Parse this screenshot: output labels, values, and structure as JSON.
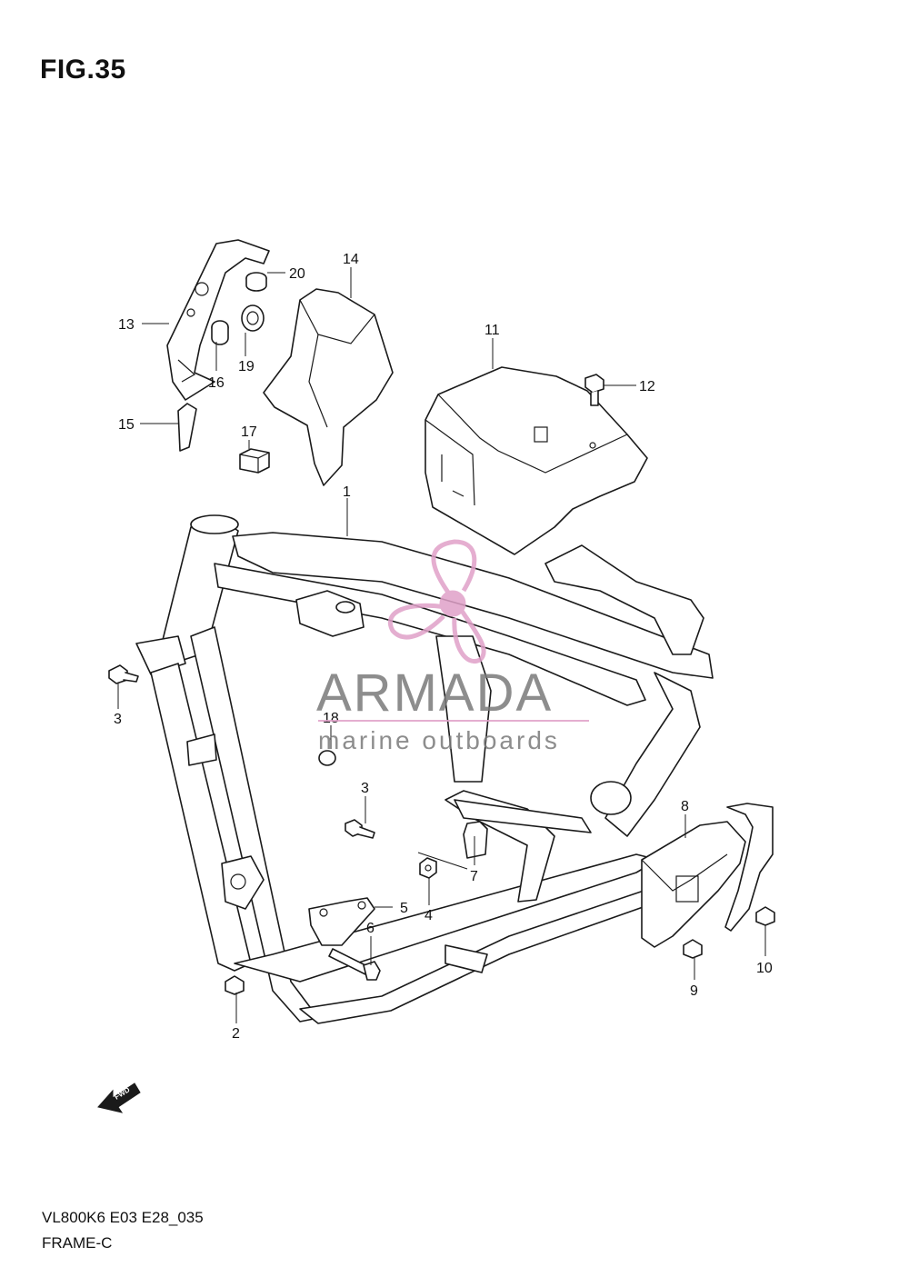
{
  "figure_title": "FIG.35",
  "footer": {
    "model_code": "VL800K6 E03 E28_035",
    "section_name": "FRAME-C"
  },
  "watermark": {
    "brand": "ARMADA",
    "tagline": "marine outboards",
    "color": "#e0a0c8"
  },
  "fwd_label": "FWD",
  "callouts": [
    "1",
    "2",
    "3",
    "3",
    "4",
    "5",
    "6",
    "7",
    "8",
    "9",
    "10",
    "11",
    "12",
    "13",
    "14",
    "15",
    "16",
    "17",
    "18",
    "19",
    "20"
  ]
}
